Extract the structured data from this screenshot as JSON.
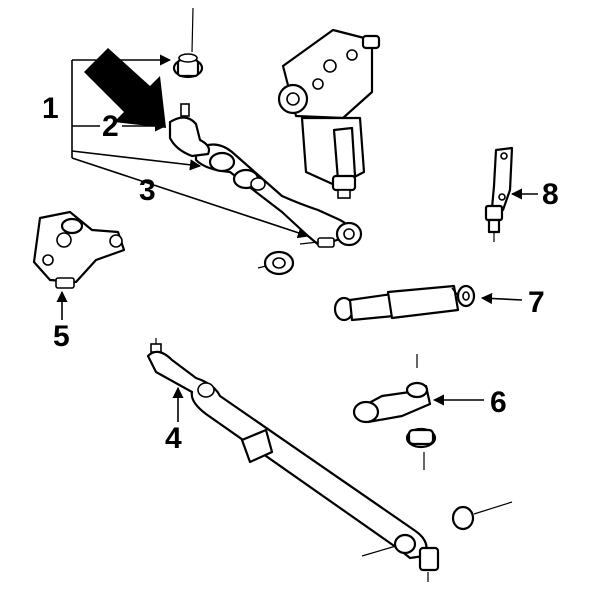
{
  "callouts": {
    "c1": "1",
    "c2": "2",
    "c3": "3",
    "c4": "4",
    "c5": "5",
    "c6": "6",
    "c7": "7",
    "c8": "8"
  },
  "indicator": {
    "icon": "highlight-arrow-icon",
    "target_part": "2",
    "color": "#000000"
  }
}
